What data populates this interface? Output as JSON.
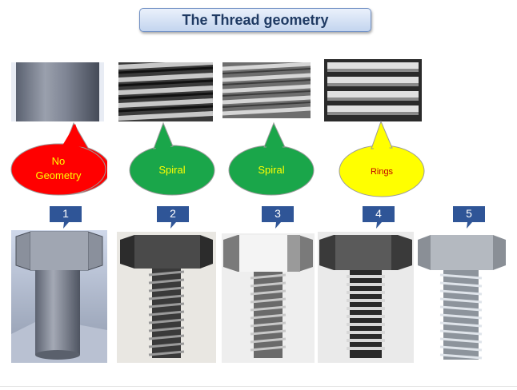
{
  "title": "The Thread geometry",
  "bubbles": [
    {
      "text": "No\nGeometry",
      "color": "#ff0000",
      "text_color": "#ffff00"
    },
    {
      "text": "Spiral",
      "color": "#1aa64a",
      "text_color": "#ffff00"
    },
    {
      "text": "Spiral",
      "color": "#1aa64a",
      "text_color": "#ffff00"
    },
    {
      "text": "Rings",
      "color": "#ffff00",
      "text_color": "#c00000"
    }
  ],
  "numbers": [
    "1",
    "2",
    "3",
    "4",
    "5"
  ],
  "accent_color": "#2f5597"
}
